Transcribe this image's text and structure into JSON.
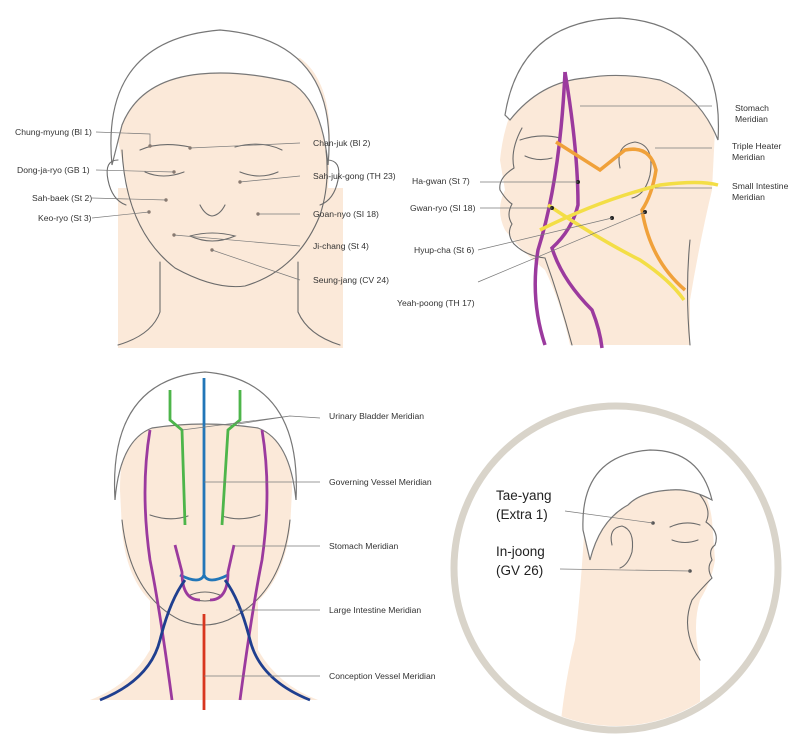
{
  "colors": {
    "skin": "#fbe9d9",
    "stomach": "#9b3a9e",
    "triple_heater": "#f0a13a",
    "small_intestine": "#f3de46",
    "bladder": "#4db54a",
    "governing": "#2276b8",
    "large_intestine": "#1f3f8f",
    "conception": "#d8361f",
    "ring": "#d9d4ca"
  },
  "front_face": {
    "labels": {
      "chung_myung": "Chung-myung (Bl 1)",
      "dong_ja_ryo": "Dong-ja-ryo (GB 1)",
      "sah_baek": "Sah-baek (St 2)",
      "keo_ryo": "Keo-ryo (St 3)",
      "chan_juk": "Chan-juk (Bl 2)",
      "sah_juk_gong": "Sah-juk-gong (TH 23)",
      "goan_nyo": "Goan-nyo (SI 18)",
      "ji_chang": "Ji-chang (St 4)",
      "seung_jang": "Seung-jang (CV 24)"
    }
  },
  "side_face": {
    "labels": {
      "stomach_line1": "Stomach",
      "stomach_line2": "Meridian",
      "triple_line1": "Triple Heater",
      "triple_line2": "Meridian",
      "small_line1": "Small Intestine",
      "small_line2": "Meridian",
      "ha_gwan": "Ha-gwan (St 7)",
      "gwan_ryo": "Gwan-ryo (SI 18)",
      "hyup_cha": "Hyup-cha (St 6)",
      "yeah_poong": "Yeah-poong (TH 17)"
    }
  },
  "meridian_face": {
    "labels": {
      "bladder": "Urinary Bladder Meridian",
      "governing": "Governing Vessel Meridian",
      "stomach": "Stomach Meridian",
      "large_intestine": "Large Intestine Meridian",
      "conception": "Conception Vessel Meridian"
    }
  },
  "circle_inset": {
    "labels": {
      "tae_yang_line1": "Tae-yang",
      "tae_yang_line2": "(Extra 1)",
      "in_joong_line1": "In-joong",
      "in_joong_line2": "(GV 26)"
    }
  }
}
